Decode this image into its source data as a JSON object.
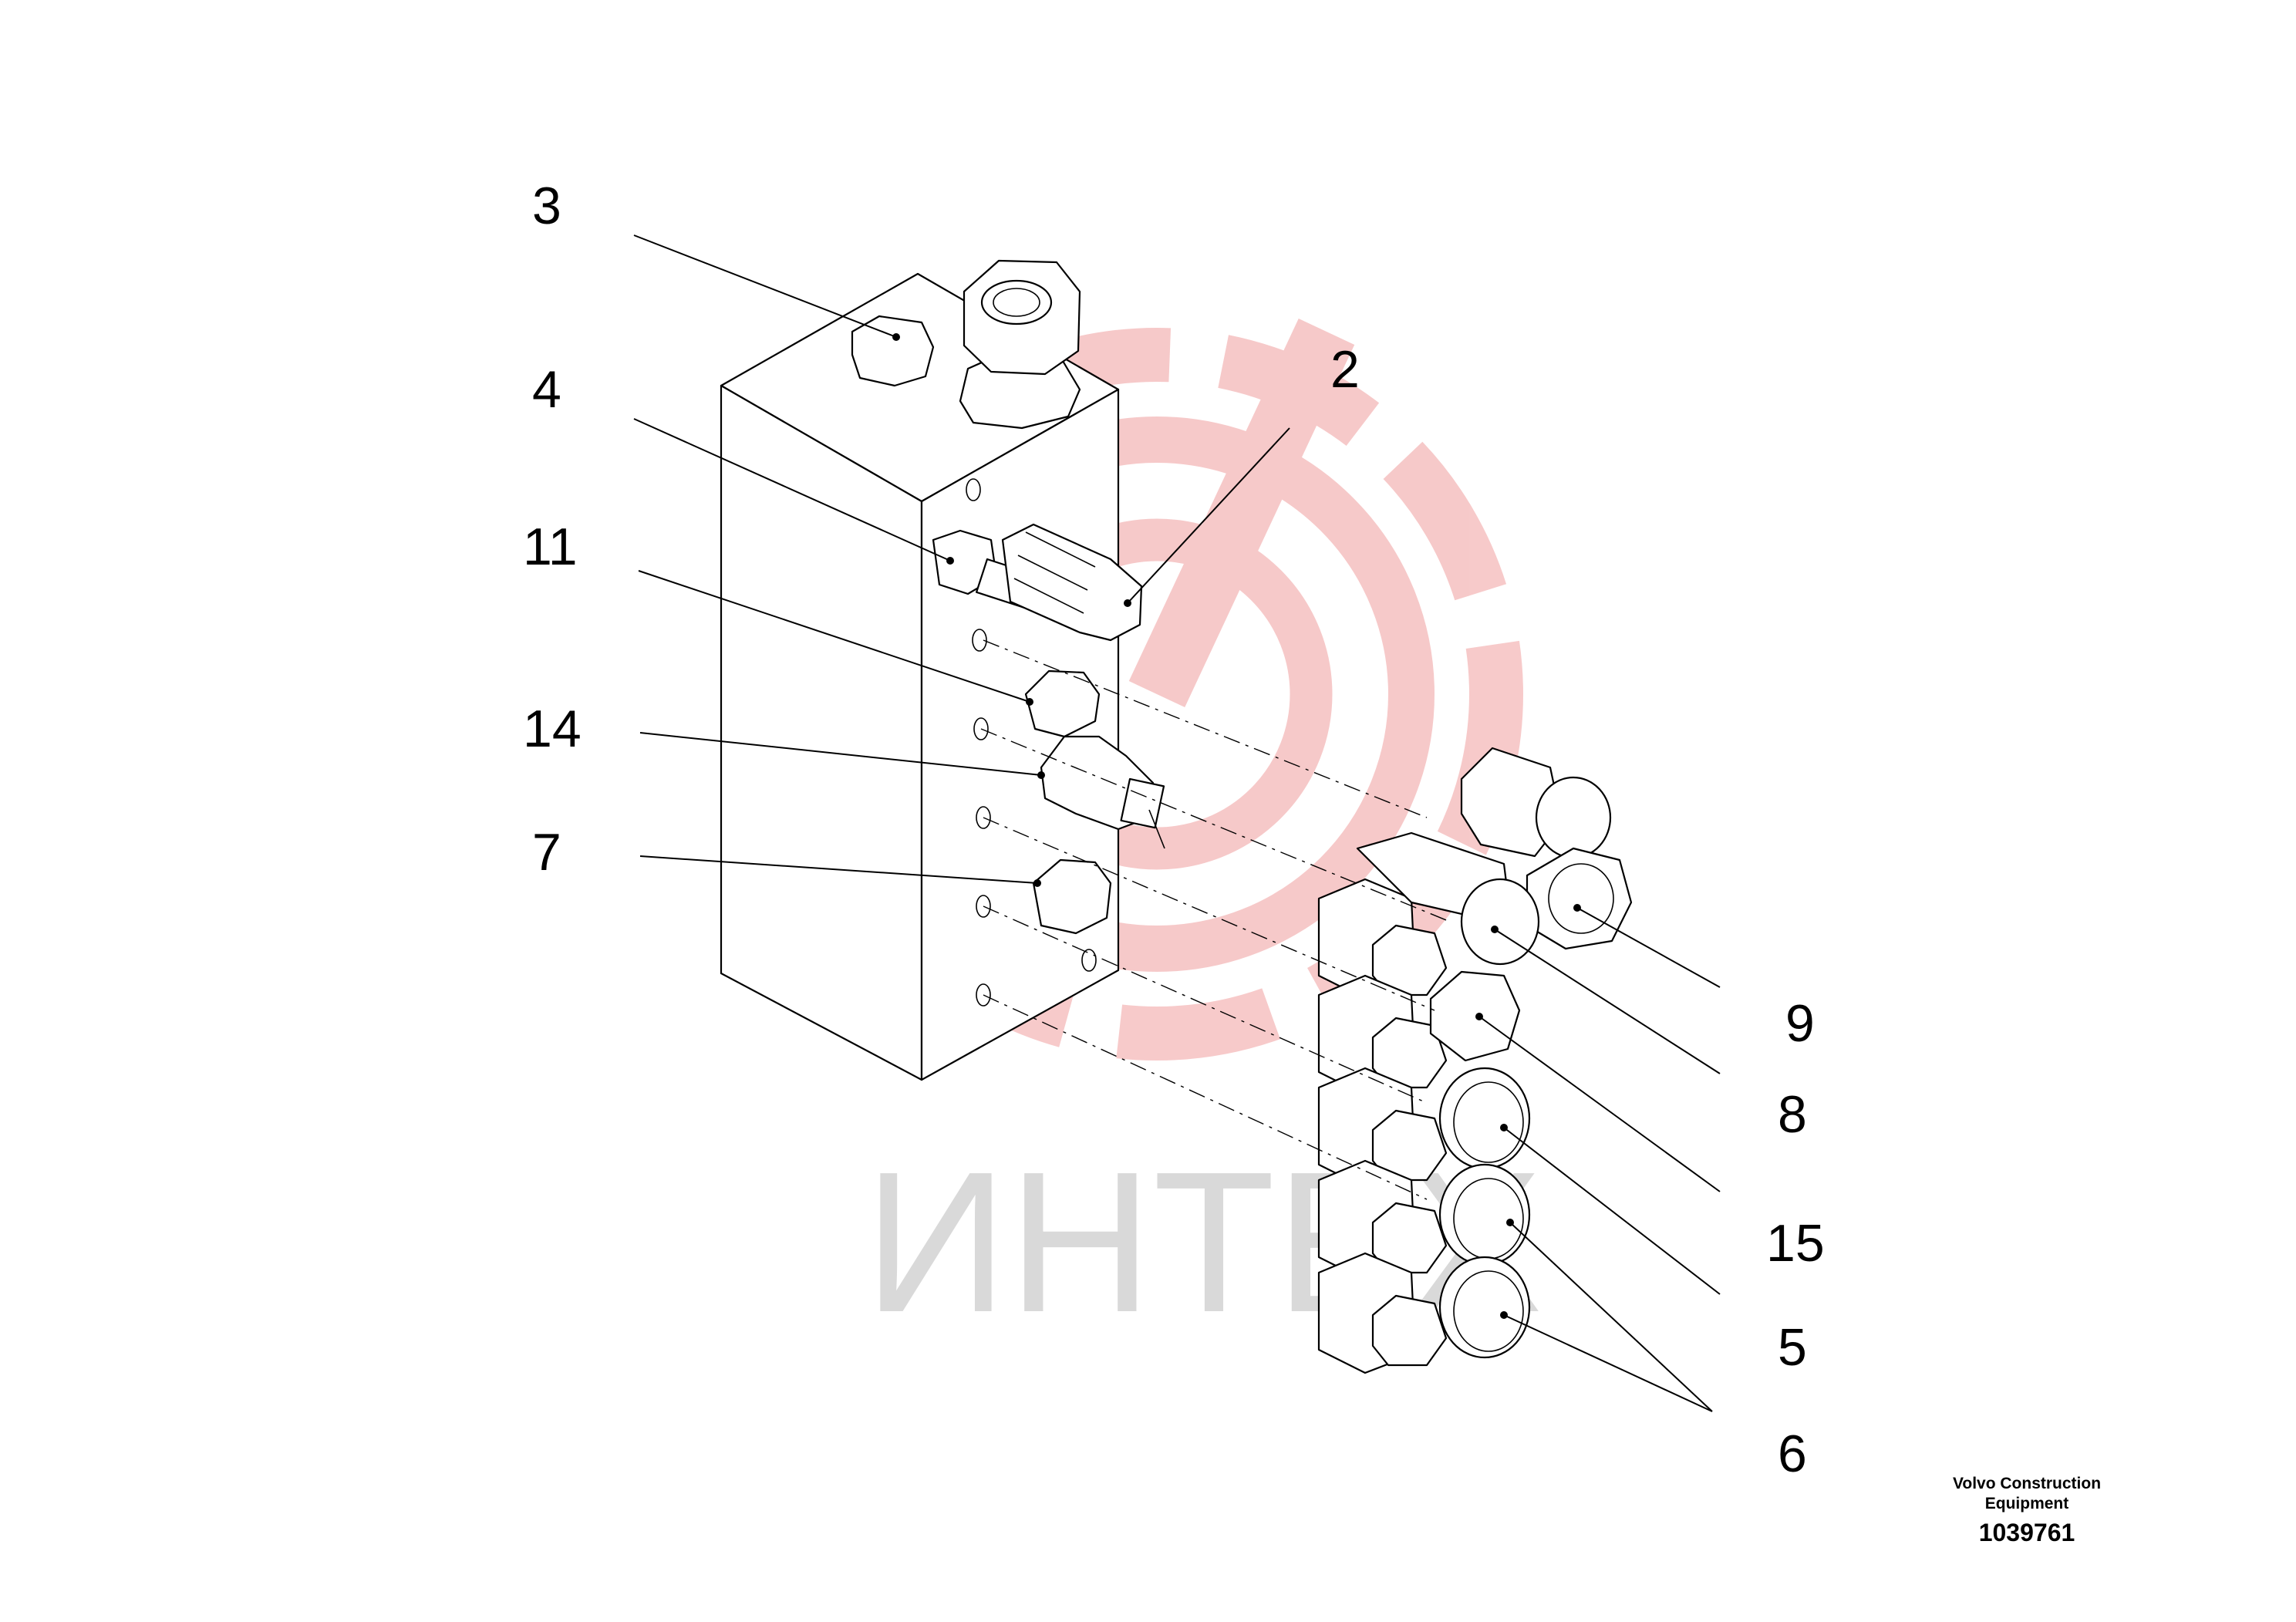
{
  "watermark": {
    "text": "ИНТЕХ",
    "text_color": "#d9d9d9",
    "logo_color": "#f4b8b8",
    "logo_icon": "gear-wrench-icon"
  },
  "callouts": [
    "3",
    "4",
    "11",
    "14",
    "7",
    "2",
    "9",
    "8",
    "15",
    "5",
    "6"
  ],
  "credit": {
    "line1": "Volvo Construction",
    "line2": "Equipment",
    "number": "1039761"
  }
}
